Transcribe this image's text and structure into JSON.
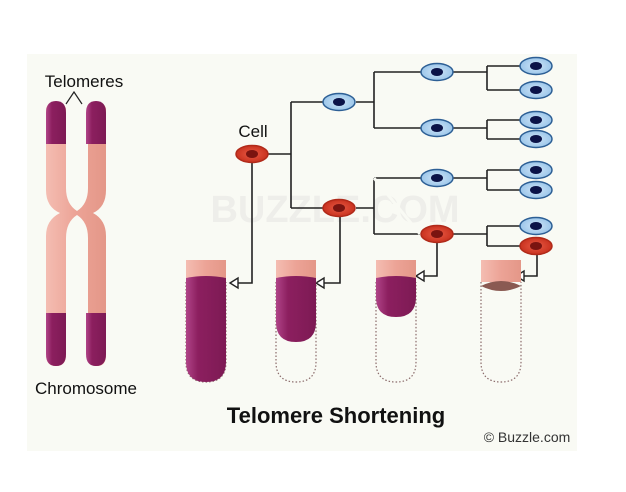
{
  "diagram": {
    "title": "Telomere Shortening",
    "copyright": "© Buzzle.com",
    "watermark": "BUZZLE.COM",
    "chromosome": {
      "label": "Chromosome",
      "telomeres_label": "Telomeres"
    },
    "cell_label": "Cell",
    "legend": {
      "dividing_cell_color": "#d9402e",
      "daughter_cell_color": "#a9cfee",
      "telomere_color": "#8a1f5e",
      "chromosome_body_color": "#eba193"
    },
    "tree": {
      "root": "red",
      "generation_1": [
        "blue",
        "red"
      ],
      "generation_2": [
        "blue",
        "blue",
        "blue",
        "red"
      ],
      "generation_3": [
        "blue",
        "blue",
        "blue",
        "blue",
        "blue",
        "blue",
        "blue",
        "red"
      ]
    },
    "telomere_stages": [
      {
        "stage": 1,
        "telomere_remaining": 1.0
      },
      {
        "stage": 2,
        "telomere_remaining": 0.6
      },
      {
        "stage": 3,
        "telomere_remaining": 0.35
      },
      {
        "stage": 4,
        "telomere_remaining": 0.0
      }
    ]
  }
}
